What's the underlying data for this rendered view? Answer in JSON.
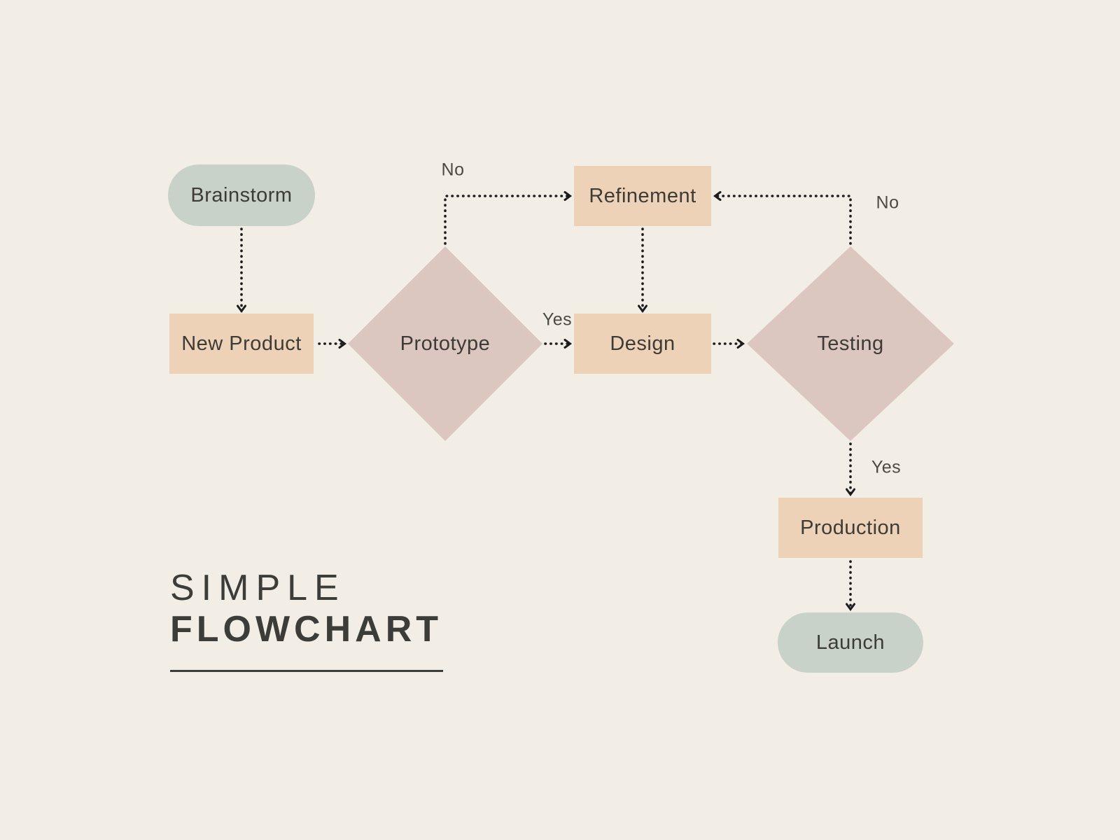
{
  "title": {
    "line1": "SIMPLE",
    "line2": "FLOWCHART"
  },
  "palette": {
    "background": "#f3eee5",
    "terminal_fill": "#c9d2c8",
    "process_fill": "#eed2b8",
    "decision_fill": "#dbc7bf",
    "connector": "#1c1c1c",
    "node_text": "#3d3b36",
    "title_text": "#3c3c39",
    "label_text": "#4b4a45"
  },
  "nodes": {
    "brainstorm": {
      "label": "Brainstorm",
      "shape": "terminal"
    },
    "new_product": {
      "label": "New Product",
      "shape": "process"
    },
    "prototype": {
      "label": "Prototype",
      "shape": "decision"
    },
    "refinement": {
      "label": "Refinement",
      "shape": "process"
    },
    "design": {
      "label": "Design",
      "shape": "process"
    },
    "testing": {
      "label": "Testing",
      "shape": "decision"
    },
    "production": {
      "label": "Production",
      "shape": "process"
    },
    "launch": {
      "label": "Launch",
      "shape": "terminal"
    }
  },
  "edge_labels": {
    "prototype_no": "No",
    "prototype_yes": "Yes",
    "testing_no": "No",
    "testing_yes": "Yes"
  }
}
